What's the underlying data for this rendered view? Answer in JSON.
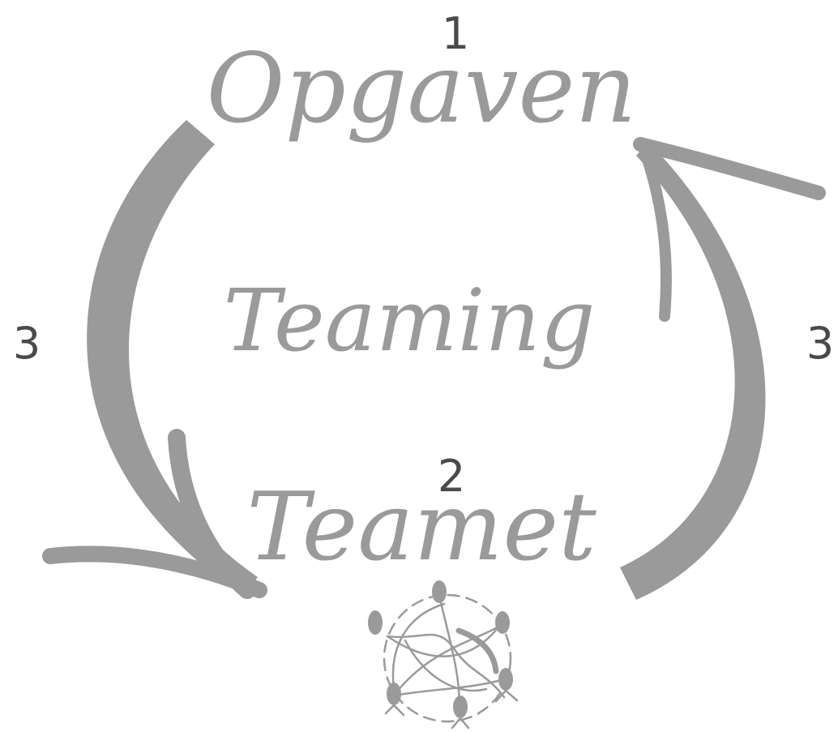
{
  "colors": {
    "arrow": "#9a9a9a",
    "handwriting": "#9a9a9a",
    "numbers": "#4a4a4a",
    "background": "#ffffff"
  },
  "nodes": {
    "top": {
      "number": "1",
      "label": "Opgaven"
    },
    "center": {
      "label": "Teaming"
    },
    "bottom": {
      "number": "2",
      "label": "Teamet",
      "icon": "team-network-icon"
    }
  },
  "arrows": {
    "left": {
      "number": "3"
    },
    "right": {
      "number": "3"
    }
  }
}
